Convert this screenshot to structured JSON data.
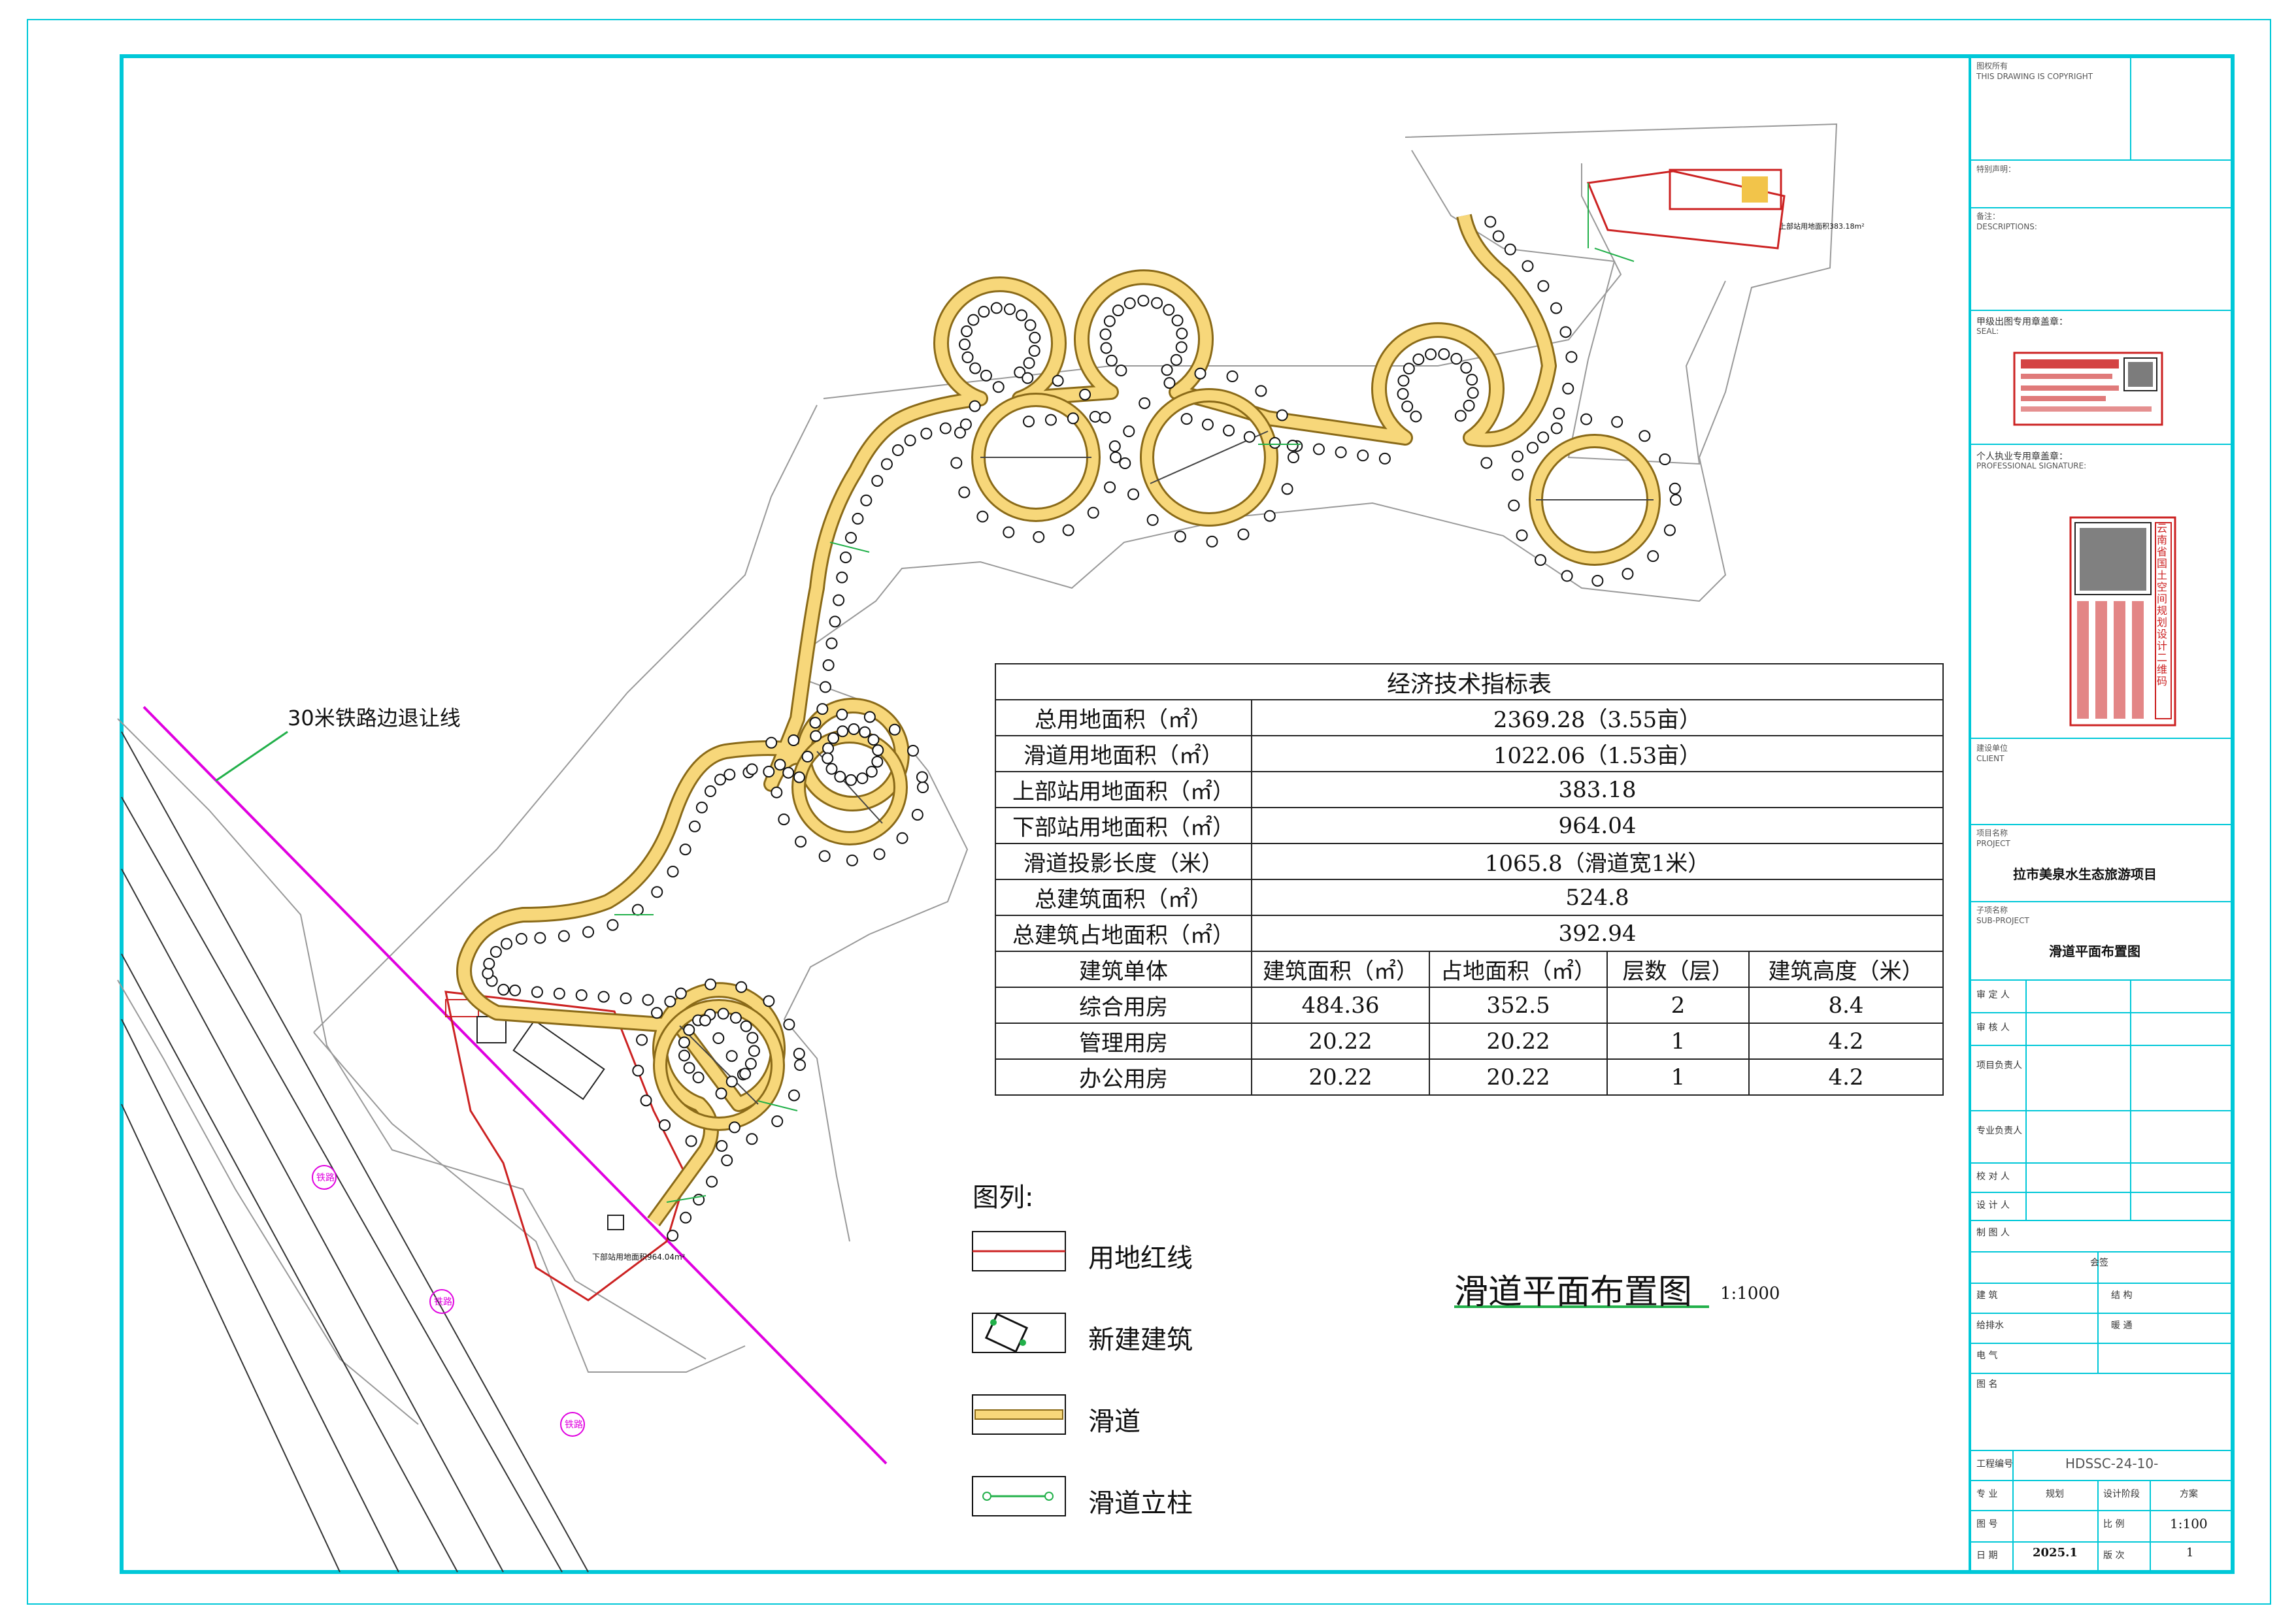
{
  "railway_label": "30米铁路边退让线",
  "drawing_title": "滑道平面布置图",
  "drawing_scale": "1:1000",
  "legend": {
    "title": "图列:",
    "items": [
      "用地红线",
      "新建建筑",
      "滑道",
      "滑道立柱"
    ]
  },
  "table": {
    "title": "经济技术指标表",
    "rows": [
      {
        "label": "总用地面积（㎡）",
        "value": "2369.28（3.55亩）"
      },
      {
        "label": "滑道用地面积（㎡）",
        "value": "1022.06（1.53亩）"
      },
      {
        "label": "上部站用地面积（㎡）",
        "value": "383.18"
      },
      {
        "label": "下部站用地面积（㎡）",
        "value": "964.04"
      },
      {
        "label": "滑道投影长度（米）",
        "value": "1065.8（滑道宽1米）"
      },
      {
        "label": "总建筑面积（㎡）",
        "value": "524.8"
      },
      {
        "label": "总建筑占地面积（㎡）",
        "value": "392.94"
      }
    ],
    "header": [
      "建筑单体",
      "建筑面积（㎡）",
      "占地面积（㎡）",
      "层数（层）",
      "建筑高度（米）"
    ],
    "buildings": [
      [
        "综合用房",
        "484.36",
        "352.5",
        "2",
        "8.4"
      ],
      [
        "管理用房",
        "20.22",
        "20.22",
        "1",
        "4.2"
      ],
      [
        "办公用房",
        "20.22",
        "20.22",
        "1",
        "4.2"
      ]
    ]
  },
  "title_block": {
    "copyright_cn": "图权所有",
    "copyright_en": "THIS DRAWING IS COPYRIGHT",
    "notes_label": "特别声明：",
    "remarks_cn": "备注：",
    "remarks_en": "DESCRIPTIONS:",
    "seal_cn": "甲级出图专用章盖章：",
    "seal_en": "SEAL:",
    "personal_seal_cn": "个人执业专用章盖章：",
    "personal_seal_en": "PROFESSIONAL SIGNATURE:",
    "stamp_right": "云南省国土空间规划设计二维码",
    "client_cn": "建设单位",
    "client_en": "CLIENT",
    "project_cn": "项目名称",
    "project_en": "PROJECT",
    "project_name": "拉市美泉水生态旅游项目",
    "subproject_cn": "子项名称",
    "subproject_en": "SUB-PROJECT",
    "subproject_name": "滑道平面布置图",
    "roles": [
      "审 定 人",
      "审 核 人",
      "项目负责人",
      "专业负责人",
      "校 对 人",
      "设 计 人",
      "制 图 人"
    ],
    "cosign": "会签",
    "cosign_rows": [
      [
        "建 筑",
        "结 构"
      ],
      [
        "给排水",
        "暖 通"
      ],
      [
        "电 气",
        ""
      ]
    ],
    "title_of_drawing": "图 名",
    "project_no_label": "工程编号",
    "project_no": "HDSSC-24-10-",
    "major_label": "专 业",
    "major_value": "规划",
    "phase_label": "设计阶段",
    "phase_value": "方案",
    "drawing_no_label": "图 号",
    "scale_label": "比 例",
    "scale_value": "1:100",
    "date_label": "日 期",
    "date_value": "2025.1",
    "version_label": "版 次",
    "version_value": "1"
  },
  "annotations": {
    "railway_tag": "铁路",
    "lower_station": "下部站用地面积964.04m²",
    "upper_station": "上部站用地面积383.18m²"
  },
  "colors": {
    "frame": "#00c8d8",
    "redline": "#cc2222",
    "track": "#f2c44a",
    "green": "#22b04a",
    "magenta": "#e000e0"
  }
}
